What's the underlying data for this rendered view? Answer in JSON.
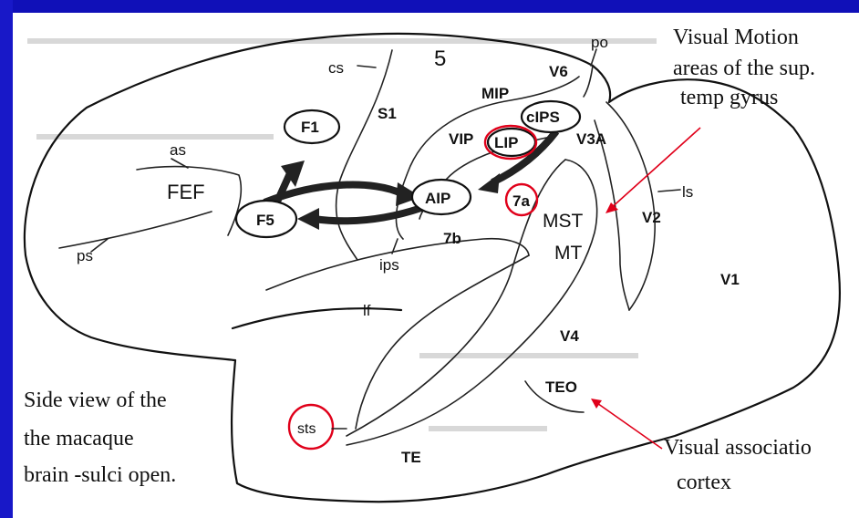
{
  "captions": {
    "motion_line1": "Visual Motion",
    "motion_line2": "areas of the sup.",
    "motion_line3": "temp gyrus",
    "side_line1": "Side view of the",
    "side_line2": "the macaque",
    "side_line3": "brain -sulci open.",
    "assoc_line1": "Visual associatio",
    "assoc_line2": "cortex"
  },
  "areas": {
    "cs": "cs",
    "a5": "5",
    "po": "po",
    "v6": "V6",
    "mip": "MIP",
    "s1": "S1",
    "f1": "F1",
    "cips": "cIPS",
    "v3a": "V3A",
    "vip": "VIP",
    "lip": "LIP",
    "as": "as",
    "fef": "FEF",
    "aip": "AIP",
    "a7a": "7a",
    "ls": "ls",
    "f5": "F5",
    "mst": "MST",
    "v2": "V2",
    "ps": "ps",
    "a7b": "7b",
    "ips": "ips",
    "mt": "MT",
    "v1": "V1",
    "lf": "lf",
    "v4": "V4",
    "teo": "TEO",
    "sts": "sts",
    "te": "TE"
  },
  "colors": {
    "background": "#1818c8",
    "panel": "#ffffff",
    "highlight": "#e0001a",
    "ink": "#111111"
  }
}
